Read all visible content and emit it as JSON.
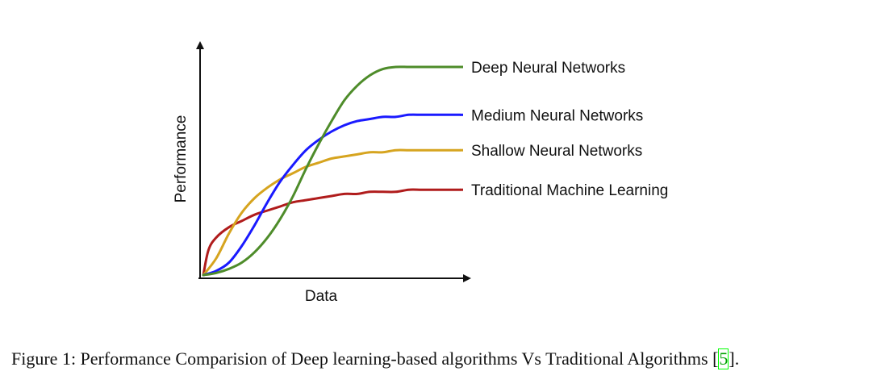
{
  "chart_data": {
    "type": "line",
    "xlabel": "Data",
    "ylabel": "Performance",
    "xlim": [
      0,
      100
    ],
    "ylim": [
      0,
      100
    ],
    "grid": false,
    "legend": "right",
    "series": [
      {
        "name": "Deep Neural Networks",
        "color": "#4e8c2a",
        "x": [
          0,
          5,
          10,
          15,
          20,
          25,
          30,
          35,
          40,
          45,
          50,
          55,
          60,
          65,
          70,
          75,
          80,
          85,
          90,
          95,
          100
        ],
        "y": [
          0,
          1,
          3,
          6,
          11,
          18,
          27,
          38,
          51,
          63,
          74,
          84,
          91,
          96,
          99,
          100,
          100,
          100,
          100,
          100,
          100
        ]
      },
      {
        "name": "Medium Neural Networks",
        "color": "#1a1aff",
        "x": [
          0,
          5,
          10,
          15,
          20,
          25,
          30,
          35,
          40,
          45,
          50,
          55,
          60,
          65,
          70,
          75,
          80,
          85,
          90,
          95,
          100
        ],
        "y": [
          0,
          2,
          6,
          14,
          24,
          35,
          45,
          53,
          60,
          65,
          69,
          72,
          74,
          75,
          76,
          76,
          77,
          77,
          77,
          77,
          77
        ]
      },
      {
        "name": "Shallow Neural Networks",
        "color": "#d6a41f",
        "x": [
          0,
          5,
          10,
          15,
          20,
          25,
          30,
          35,
          40,
          45,
          50,
          55,
          60,
          65,
          70,
          75,
          80,
          85,
          90,
          95,
          100
        ],
        "y": [
          0,
          8,
          20,
          30,
          37,
          42,
          46,
          49,
          52,
          54,
          56,
          57,
          58,
          59,
          59,
          60,
          60,
          60,
          60,
          60,
          60
        ]
      },
      {
        "name": "Traditional Machine Learning",
        "color": "#b01c1c",
        "x": [
          0,
          2,
          5,
          10,
          15,
          20,
          25,
          30,
          35,
          40,
          45,
          50,
          55,
          60,
          65,
          70,
          75,
          80,
          85,
          90,
          95,
          100
        ],
        "y": [
          0,
          12,
          18,
          23,
          26,
          29,
          31,
          33,
          35,
          36,
          37,
          38,
          39,
          39,
          40,
          40,
          40,
          41,
          41,
          41,
          41,
          41
        ]
      }
    ]
  },
  "caption": {
    "text": "Figure 1: Performance Comparision of Deep learning-based algorithms Vs Traditional Algorithms [",
    "ref": "5",
    "end": "]."
  }
}
